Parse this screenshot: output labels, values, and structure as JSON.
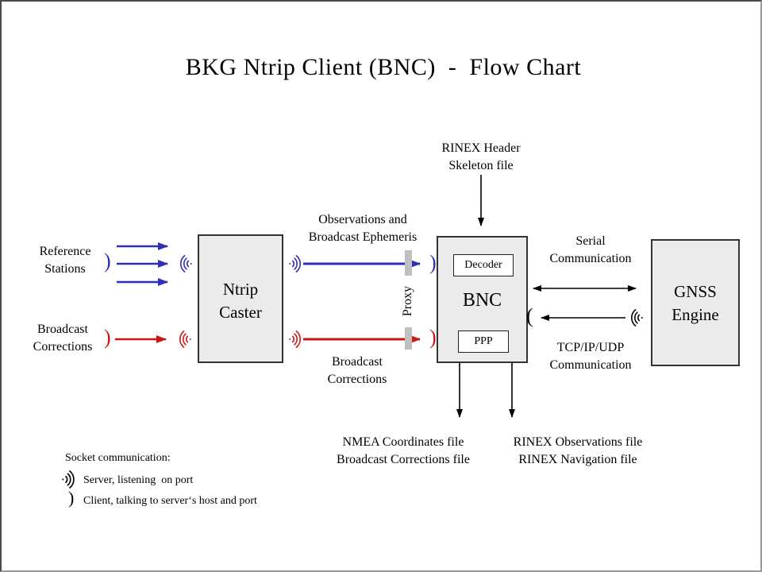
{
  "title": "BKG Ntrip Client (BNC)  -  Flow Chart",
  "nodes": {
    "ntrip_caster": [
      "Ntrip",
      "Caster"
    ],
    "bnc": "BNC",
    "decoder": "Decoder",
    "ppp": "PPP",
    "gnss_engine": [
      "GNSS",
      "Engine"
    ]
  },
  "labels": {
    "reference_stations": [
      "Reference",
      "Stations"
    ],
    "broadcast_corrections_left": [
      "Broadcast",
      "Corrections"
    ],
    "observations": [
      "Observations and",
      "Broadcast Ephemeris"
    ],
    "broadcast_corrections_mid": [
      "Broadcast",
      "Corrections"
    ],
    "rinex_header": [
      "RINEX Header",
      "Skeleton file"
    ],
    "serial_comm": [
      "Serial",
      "Communication"
    ],
    "tcp_comm": [
      "TCP/IP/UDP",
      "Communication"
    ],
    "nmea_out": [
      "NMEA Coordinates file",
      "Broadcast Corrections file"
    ],
    "rinex_out": [
      "RINEX Observations file",
      "RINEX Navigation file"
    ],
    "proxy": "Proxy"
  },
  "legend": {
    "title": "Socket communication:",
    "server": "Server, listening  on port",
    "client": "Client, talking to server‘s host and port"
  },
  "symbols": {
    "client_open_right": ")",
    "client_open_left": "(",
    "server_wave": "·)))"
  },
  "colors": {
    "blue": "#2e2eb8",
    "red": "#cc1414",
    "black": "#000000",
    "node_fill": "#ebebeb",
    "proxy_bar": "#c0c0c0",
    "frame_dark": "#4a4a4a",
    "frame_light": "#999999"
  }
}
